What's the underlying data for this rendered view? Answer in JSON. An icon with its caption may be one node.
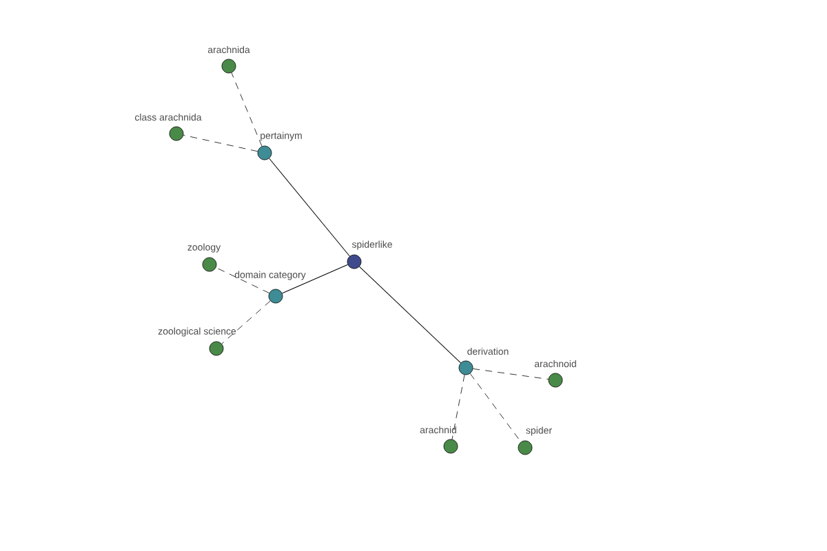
{
  "diagram": {
    "nodes": [
      {
        "text": [
          "spiderlike"
        ]
      },
      {
        "text": [
          "pertainym"
        ]
      },
      {
        "text": [
          "arachnida"
        ]
      },
      {
        "text": [
          "class arachnida"
        ]
      },
      {
        "text": [
          "domain category"
        ]
      },
      {
        "text": [
          "zoology"
        ]
      },
      {
        "text": [
          "zoological science"
        ]
      },
      {
        "text": [
          "derivation"
        ]
      },
      {
        "text": [
          "arachnoid"
        ]
      },
      {
        "text": [
          "arachnid"
        ]
      },
      {
        "text": [
          "spider"
        ]
      }
    ],
    "edges": [
      {
        "from": 0,
        "to": 1,
        "arrow": "none"
      },
      {
        "from": 1,
        "to": 2,
        "arrow": "none",
        "style": "dashed"
      },
      {
        "from": 1,
        "to": 3,
        "arrow": "none",
        "style": "dashed"
      },
      {
        "from": 0,
        "to": 4,
        "arrow": "none"
      },
      {
        "from": 4,
        "to": 5,
        "arrow": "none",
        "style": "dashed"
      },
      {
        "from": 4,
        "to": 6,
        "arrow": "none",
        "style": "dashed"
      },
      {
        "from": 0,
        "to": 7,
        "arrow": "none"
      },
      {
        "from": 7,
        "to": 8,
        "arrow": "none",
        "style": "dashed"
      },
      {
        "from": 7,
        "to": 9,
        "arrow": "none",
        "style": "dashed"
      },
      {
        "from": 7,
        "to": 10,
        "arrow": "none",
        "style": "dashed"
      }
    ]
  }
}
